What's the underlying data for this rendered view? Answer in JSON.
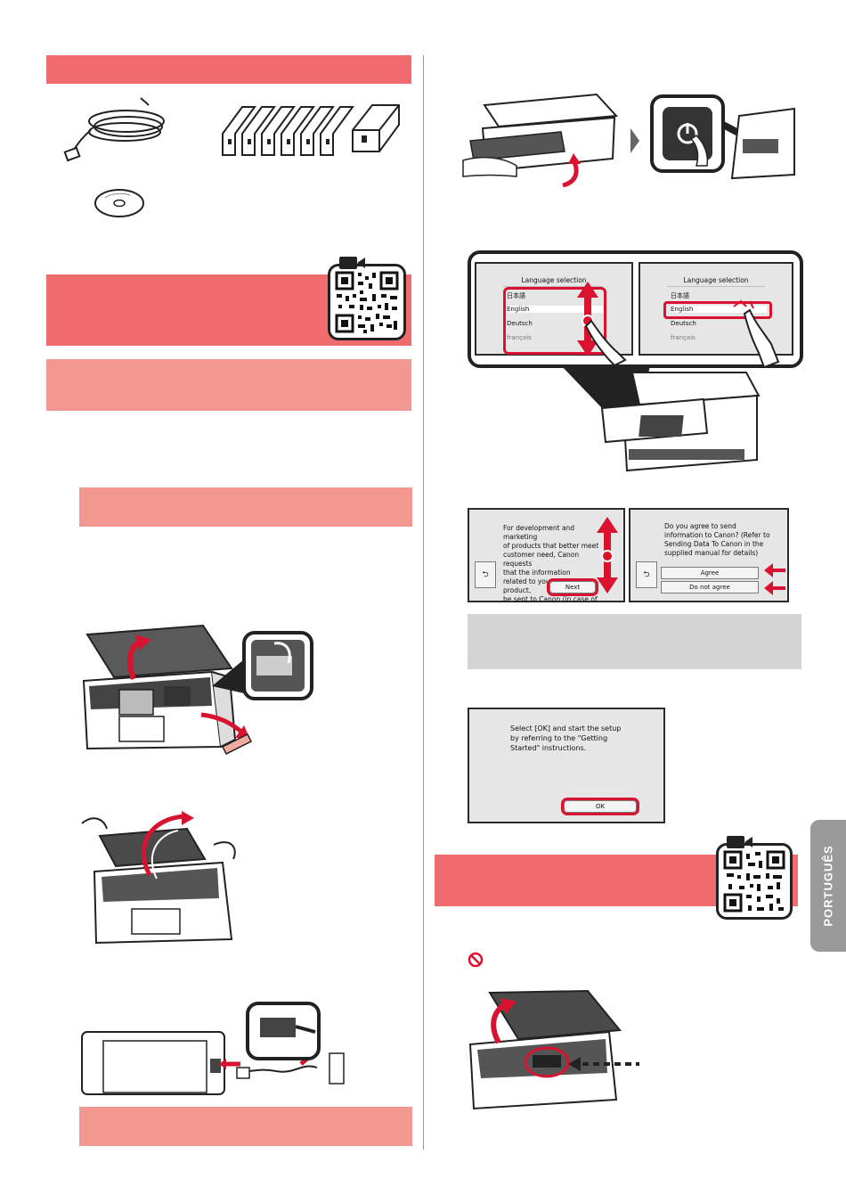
{
  "lcd_screens": {
    "language_title": "Language selection",
    "languages": [
      "日本語",
      "English",
      "Deutsch",
      "français"
    ],
    "dev_text": "For development and marketing\nof products that better meet\ncustomer need, Canon requests\nthat the information\nrelated to your Canon product,\nbe sent to Canon (in case of",
    "next_label": "Next",
    "agree_text": "Do you agree to send\ninformation to Canon? (Refer to\nSending Data To Canon in the\nsupplied manual for details)",
    "agree_label": "Agree",
    "not_agree_label": "Do not agree",
    "back_symbol": "⮌",
    "ok_text": "Select [OK] and start the setup\nby referring to the \"Getting\nStarted\" instructions.",
    "ok_label": "OK"
  },
  "side_tab": {
    "label": "PORTUGUÊS"
  },
  "icons": [
    "video-icon",
    "qr-code-icon",
    "prohibited-icon",
    "power-icon",
    "arrow-right-icon"
  ],
  "colors": {
    "section_red": "#f06b6e",
    "section_pink": "#f29891",
    "note_gray": "#d4d4d4",
    "highlight": "#d9132f"
  }
}
